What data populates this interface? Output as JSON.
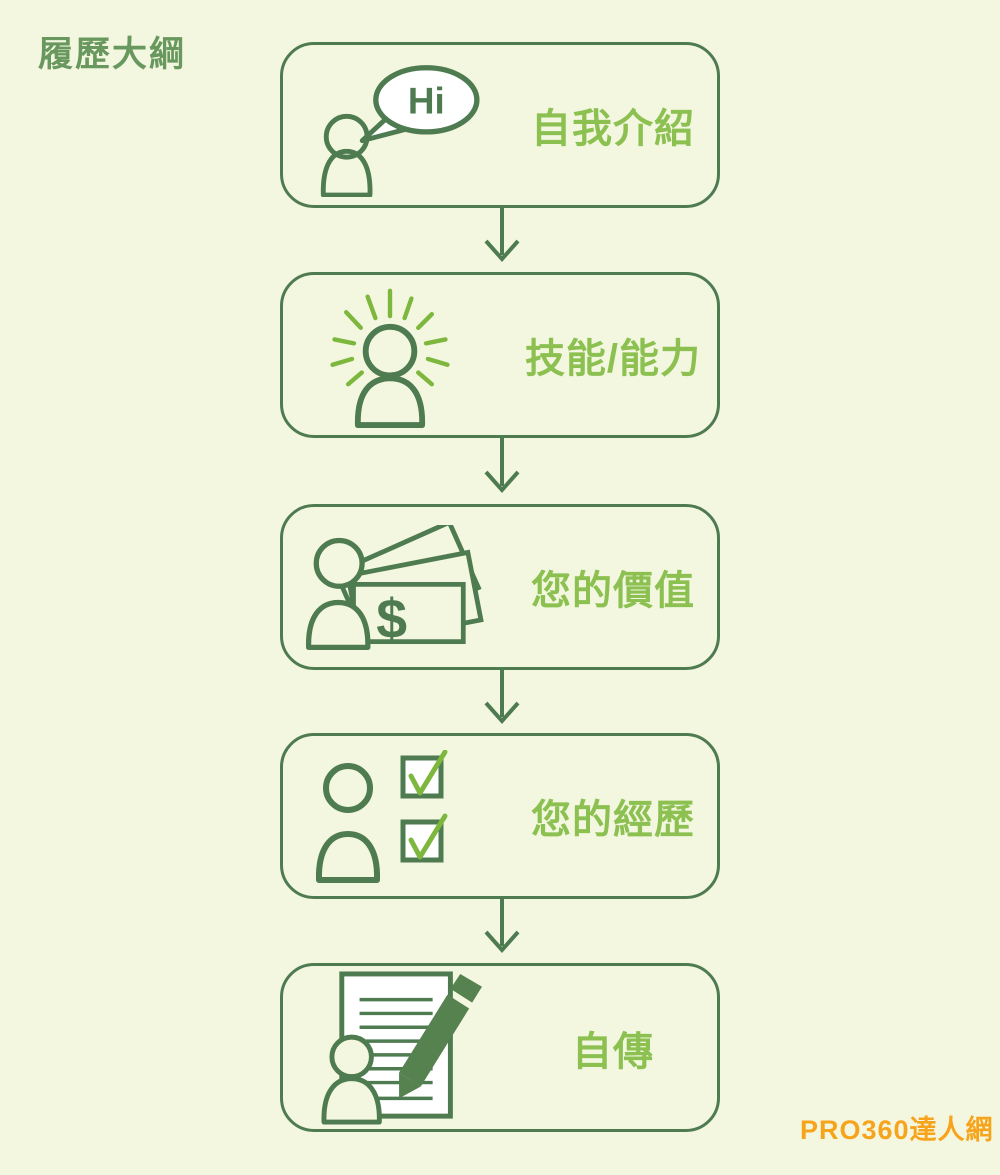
{
  "title": "履歷大綱",
  "steps": [
    {
      "label": "自我介紹",
      "icon": "person-greeting-icon",
      "bubble_text": "Hi"
    },
    {
      "label": "技能/能力",
      "icon": "person-shining-icon"
    },
    {
      "label": "您的價值",
      "icon": "person-money-icon",
      "currency_symbol": "$"
    },
    {
      "label": "您的經歷",
      "icon": "person-checklist-icon"
    },
    {
      "label": "自傳",
      "icon": "document-pencil-icon"
    }
  ],
  "footer": {
    "brand": "PRO360達人網"
  },
  "colors": {
    "background": "#f4f7e0",
    "box_border": "#4e7b50",
    "icon_stroke": "#4e7b50",
    "label_green": "#8cc152",
    "accent_light_green": "#7db73e",
    "title_green": "#68985e",
    "brand_orange": "#f7a41d",
    "bubble_fill": "#ffffff",
    "pencil_green": "#55824f"
  }
}
